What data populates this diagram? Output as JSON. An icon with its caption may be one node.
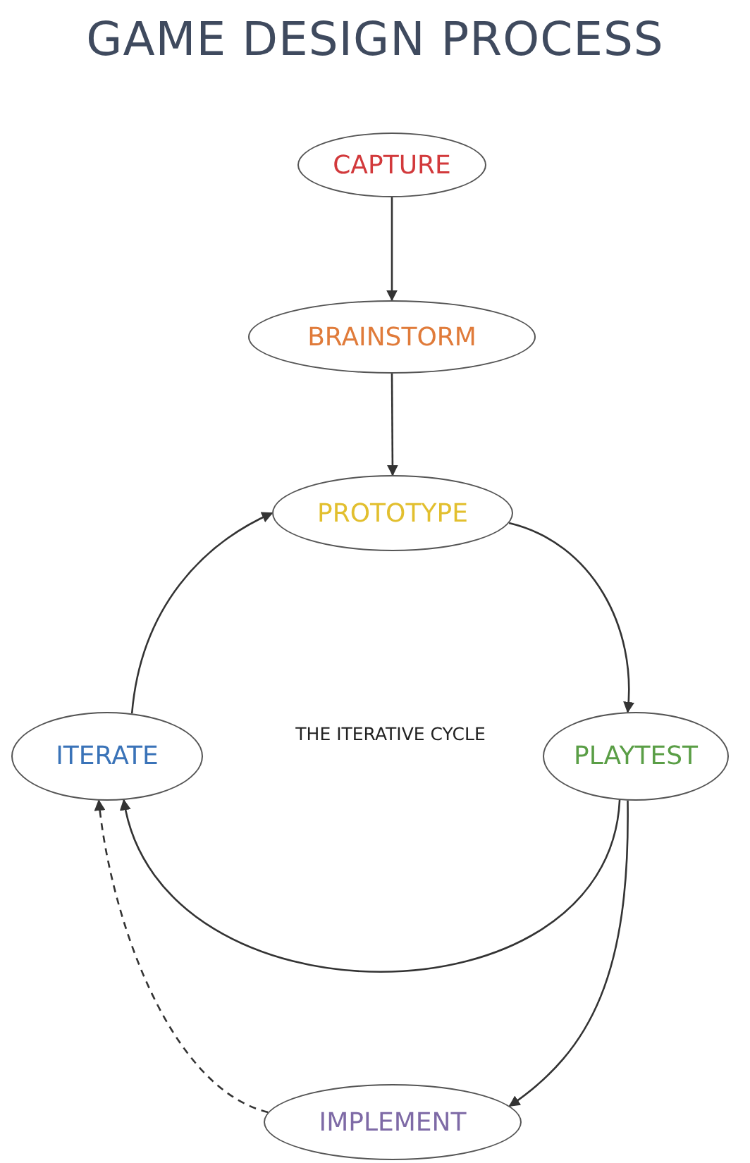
{
  "diagram": {
    "title": "GAME DESIGN PROCESS",
    "nodes": [
      {
        "text": [
          "CAPTURE"
        ]
      },
      {
        "text": [
          "BRAINSTORM"
        ]
      },
      {
        "text": [
          "PROTOTYPE"
        ]
      },
      {
        "text": [
          "ITERATE"
        ]
      },
      {
        "text": [
          "PLAYTEST"
        ]
      },
      {
        "text": [
          "IMPLEMENT"
        ]
      }
    ],
    "edges": [
      {
        "from": 0,
        "to": 1,
        "arrow": "to"
      },
      {
        "from": 1,
        "to": 2,
        "arrow": "to"
      },
      {
        "from": 2,
        "to": 4,
        "arrow": "to"
      },
      {
        "from": 4,
        "to": 3,
        "arrow": "to"
      },
      {
        "from": 3,
        "to": 2,
        "arrow": "to"
      },
      {
        "from": 4,
        "to": 5,
        "arrow": "to"
      },
      {
        "from": 5,
        "to": 3,
        "arrow": "to",
        "style": "dashed"
      }
    ],
    "labels": [
      "THE ITERATIVE CYCLE"
    ]
  }
}
